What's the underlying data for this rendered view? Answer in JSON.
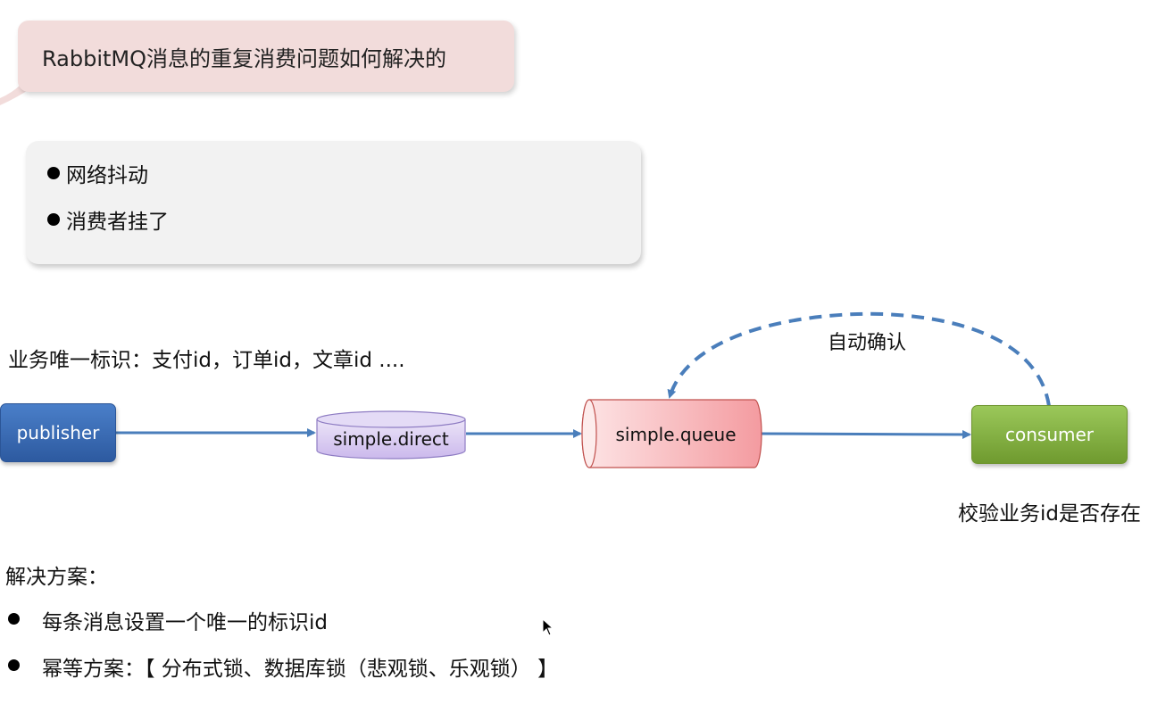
{
  "title": "RabbitMQ消息的重复消费问题如何解决的",
  "reasons": [
    "网络抖动",
    "消费者挂了"
  ],
  "business_id_note": "业务唯一标识：支付id，订单id，文章id ....",
  "diagram": {
    "publisher": "publisher",
    "exchange": "simple.direct",
    "queue": "simple.queue",
    "consumer": "consumer",
    "ack_label": "自动确认",
    "consumer_note": "校验业务id是否存在",
    "colors": {
      "publisher": "#2d5aa0",
      "exchange": "#d9cdf0",
      "queue": "#f6a9ad",
      "consumer": "#7fae3e",
      "arrow": "#4a7ebb",
      "title_bubble": "#f2dcdb",
      "reason_card": "#f2f2f2"
    }
  },
  "solution": {
    "heading": "解决方案：",
    "items": [
      "每条消息设置一个唯一的标识id",
      "幂等方案：【 分布式锁、数据库锁（悲观锁、乐观锁） 】"
    ]
  }
}
